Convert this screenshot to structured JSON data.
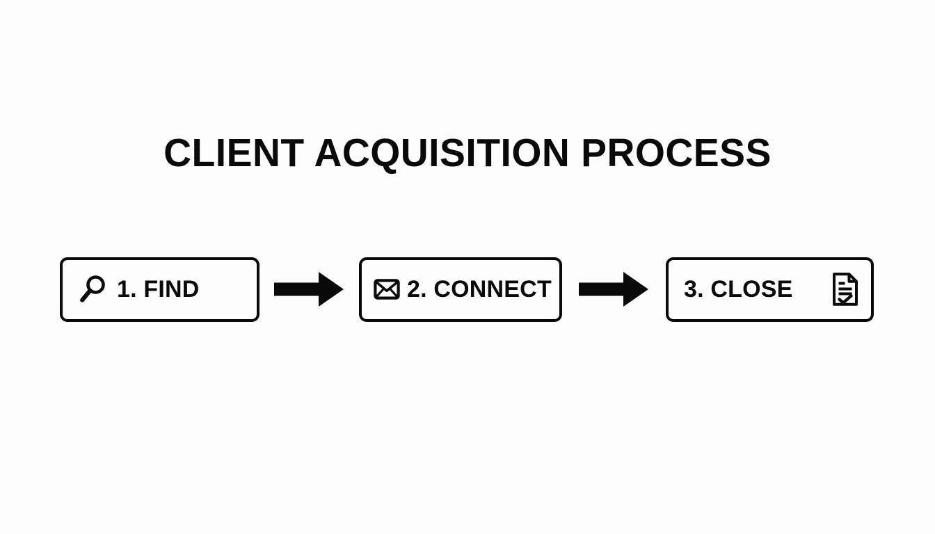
{
  "theme": {
    "background": "#fdfdfd",
    "ink": "#0a0a0a",
    "box_border": "#0a0a0a",
    "box_fill": "#fdfdfd"
  },
  "title": "CLIENT ACQUISITION PROCESS",
  "flow": {
    "steps": [
      {
        "label": "1. FIND",
        "icon": "magnifying-glass-icon",
        "icon_position": "left"
      },
      {
        "label": "2. CONNECT",
        "icon": "envelope-icon",
        "icon_position": "left"
      },
      {
        "label": "3. CLOSE",
        "icon": "document-check-icon",
        "icon_position": "right"
      }
    ],
    "connectors": [
      {
        "icon": "arrow-right-icon"
      },
      {
        "icon": "arrow-right-icon"
      }
    ]
  }
}
